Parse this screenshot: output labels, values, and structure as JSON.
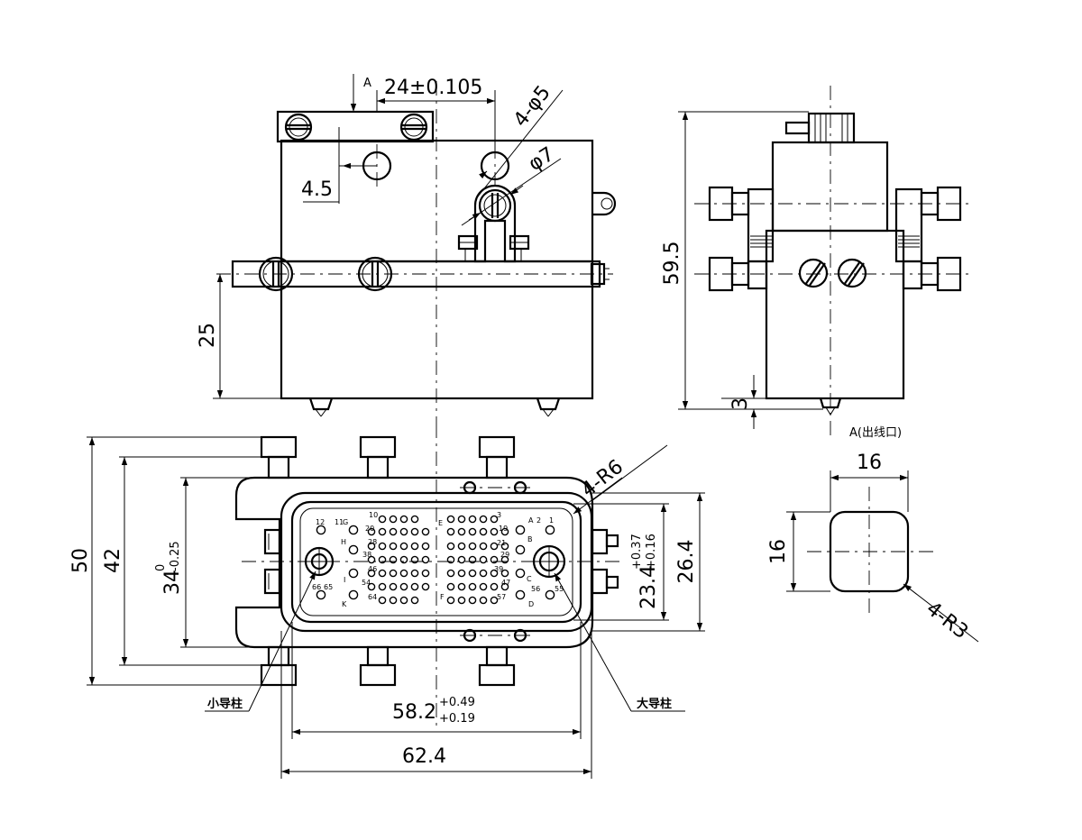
{
  "dimensions": {
    "pitch_24": "24±0.105",
    "holes_4_d5": "4-φ5",
    "hole_d7": "φ7",
    "offset_4_5": "4.5",
    "height_25": "25",
    "height_59_5": "59.5",
    "base_3": "3",
    "radius_4_r6": "4-R6",
    "height_50": "50",
    "height_42": "42",
    "height_34": "34",
    "tol_34_upper": "0",
    "tol_34_lower": "-0.25",
    "height_23_4": "23.4",
    "tol_23_4_upper": "+0.37",
    "tol_23_4_lower": "+0.16",
    "height_26_4": "26.4",
    "width_58_2": "58.2",
    "tol_58_2_upper": "+0.49",
    "tol_58_2_lower": "+0.19",
    "width_62_4": "62.4",
    "width_16": "16",
    "height_16": "16",
    "radius_4_r3": "4-R3"
  },
  "labels": {
    "section_a": "A",
    "view_a_title": "A(出线口)",
    "small_guide_pin": "小导柱",
    "large_guide_pin": "大导柱"
  },
  "contact_labels": {
    "n12": "12",
    "n11": "11",
    "G": "G",
    "n10": "10",
    "E": "E",
    "n3": "3",
    "A": "A",
    "n2": "2",
    "n1": "1",
    "n20": "20",
    "n19": "19",
    "H": "H",
    "n28": "28",
    "B": "B",
    "n21": "21",
    "n38": "38",
    "n29": "29",
    "n46": "46",
    "n39": "39",
    "I": "I",
    "n54": "54",
    "C": "C",
    "n47": "47",
    "n66": "66",
    "n65": "65",
    "n64": "64",
    "F": "F",
    "n57": "57",
    "n56": "56",
    "n55": "55",
    "K": "K",
    "D": "D"
  }
}
